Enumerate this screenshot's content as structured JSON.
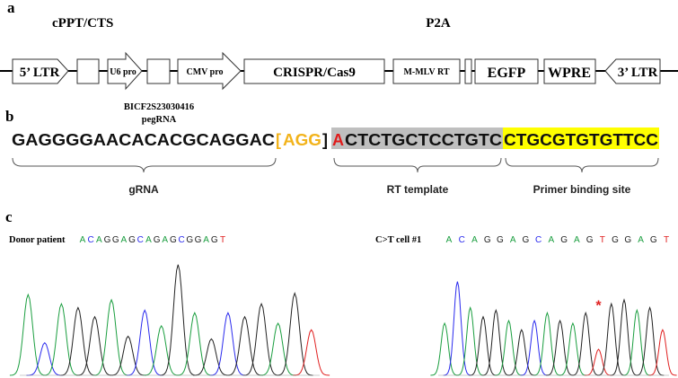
{
  "panel_a": {
    "label": "a",
    "elements": {
      "ltr5": "5’ LTR",
      "cppt": "cPPT/CTS",
      "u6": "U6 pro",
      "cmv": "CMV pro",
      "cas9": "CRISPR/Cas9",
      "rt": "M-MLV RT",
      "p2a": "P2A",
      "egfp": "EGFP",
      "wpre": "WPRE",
      "ltr3": "3’ LTR"
    },
    "pegrna_line1": "BICF2S23030416",
    "pegrna_line2": "pegRNA"
  },
  "panel_b": {
    "label": "b",
    "grna_seq": "GAGGGGAACACACGCAGGAC",
    "open_bracket": "[",
    "pam": "AGG",
    "close_bracket": "]",
    "edit_base": "A",
    "rt_seq": "CTCTGCTCCTGTC",
    "pbs_seq": "CTGCGTGTGTTCC",
    "grna_label": "gRNA",
    "rt_label": "RT template",
    "pbs_label": "Primer binding site",
    "colors": {
      "pam": "#f2b31b",
      "edit": "#e01b1b",
      "rt_bg": "#bfbfbf",
      "pbs_bg": "#ffff00"
    }
  },
  "panel_c": {
    "label": "c",
    "base_colors": {
      "A": "#1a9e3f",
      "C": "#2a2aee",
      "G": "#222222",
      "T": "#e02020"
    },
    "traces": [
      {
        "name": "Donor patient",
        "sequence": "ACAGGAGCAGAGCGGAGT",
        "peak_heights": [
          0.62,
          0.25,
          0.55,
          0.52,
          0.45,
          0.58,
          0.3,
          0.5,
          0.38,
          0.85,
          0.48,
          0.28,
          0.48,
          0.45,
          0.55,
          0.4,
          0.63,
          0.35
        ]
      },
      {
        "name": "C>T cell #1",
        "sequence": "ACAGGAGCAGAGTGGAGT",
        "peak_heights": [
          0.4,
          0.72,
          0.52,
          0.45,
          0.5,
          0.42,
          0.35,
          0.42,
          0.48,
          0.42,
          0.4,
          0.48,
          0.2,
          0.55,
          0.58,
          0.5,
          0.52,
          0.35
        ],
        "marker": "*"
      }
    ]
  }
}
